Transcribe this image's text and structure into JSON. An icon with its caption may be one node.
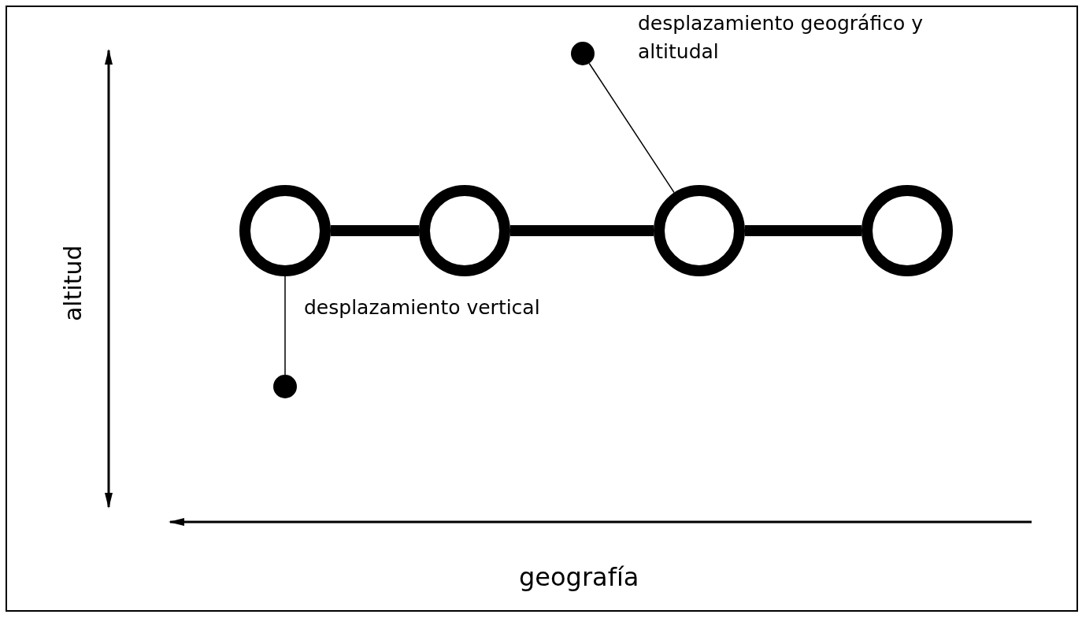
{
  "diagram": {
    "nodes": [
      {
        "text": [],
        "shape": "circle"
      },
      {
        "text": [],
        "shape": "circle"
      },
      {
        "text": [],
        "shape": "circle"
      },
      {
        "text": [],
        "shape": "circle"
      },
      {
        "text": [],
        "shape": "circle"
      },
      {
        "text": [],
        "shape": "circle"
      }
    ],
    "edges": [
      {
        "from": 1,
        "to": 2,
        "arrow": "none"
      },
      {
        "from": 2,
        "to": 3,
        "arrow": "none"
      },
      {
        "from": 3,
        "to": 4,
        "arrow": "none"
      },
      {
        "from": 0,
        "to": 3,
        "arrow": "none",
        "label": "desplazamiento geográfico y altitudal"
      },
      {
        "from": 1,
        "to": 5,
        "arrow": "none",
        "label": "desplazamiento vertical"
      }
    ],
    "labels": [
      "altitud",
      "geografía"
    ]
  }
}
